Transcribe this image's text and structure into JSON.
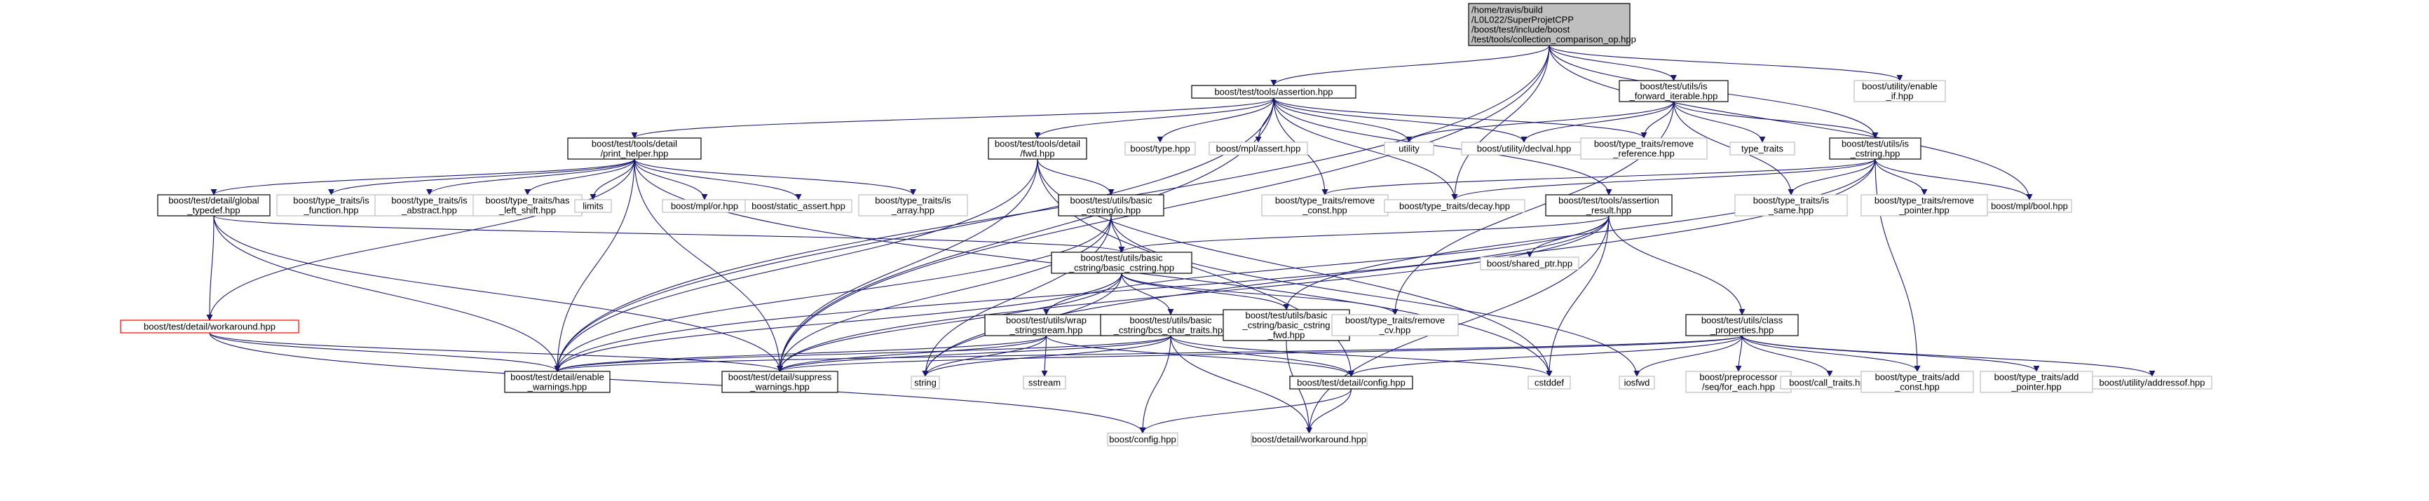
{
  "colors": {
    "edge": "#191970",
    "node_border_documented": "#000000",
    "node_border_undocumented": "#bfbfbf",
    "node_border_truncated": "#ff0000",
    "root_fill": "#bfbfbf"
  },
  "nodes": {
    "root": [
      "/home/travis/build",
      "/L0L022/SuperProjetCPP",
      "/boost/test/include/boost",
      "/test/tools/collection_comparison_op.hpp"
    ],
    "assertion": [
      "boost/test/tools/assertion.hpp"
    ],
    "is_forward_iterable": [
      "boost/test/utils/is",
      "_forward_iterable.hpp"
    ],
    "utility_enable_if": [
      "boost/utility/enable",
      "_if.hpp"
    ],
    "print_helper": [
      "boost/test/tools/detail",
      "/print_helper.hpp"
    ],
    "fwd": [
      "boost/test/tools/detail",
      "/fwd.hpp"
    ],
    "type_hpp": [
      "boost/type.hpp"
    ],
    "mpl_assert": [
      "boost/mpl/assert.hpp"
    ],
    "utility": [
      "utility"
    ],
    "declval": [
      "boost/utility/declval.hpp"
    ],
    "remove_reference": [
      "boost/type_traits/remove",
      "_reference.hpp"
    ],
    "type_traits_std": [
      "type_traits"
    ],
    "is_cstring": [
      "boost/test/utils/is",
      "_cstring.hpp"
    ],
    "global_typedef": [
      "boost/test/detail/global",
      "_typedef.hpp"
    ],
    "is_function": [
      "boost/type_traits/is",
      "_function.hpp"
    ],
    "is_abstract": [
      "boost/type_traits/is",
      "_abstract.hpp"
    ],
    "has_left_shift": [
      "boost/type_traits/has",
      "_left_shift.hpp"
    ],
    "limits": [
      "limits"
    ],
    "mpl_or": [
      "boost/mpl/or.hpp"
    ],
    "static_assert": [
      "boost/static_assert.hpp"
    ],
    "is_array": [
      "boost/type_traits/is",
      "_array.hpp"
    ],
    "basic_cstring_io": [
      "boost/test/utils/basic",
      "_cstring/io.hpp"
    ],
    "remove_const": [
      "boost/type_traits/remove",
      "_const.hpp"
    ],
    "decay": [
      "boost/type_traits/decay.hpp"
    ],
    "assertion_result": [
      "boost/test/tools/assertion",
      "_result.hpp"
    ],
    "is_same": [
      "boost/type_traits/is",
      "_same.hpp"
    ],
    "remove_pointer": [
      "boost/type_traits/remove",
      "_pointer.hpp"
    ],
    "mpl_bool": [
      "boost/mpl/bool.hpp"
    ],
    "basic_cstring": [
      "boost/test/utils/basic",
      "_cstring/basic_cstring.hpp"
    ],
    "shared_ptr": [
      "boost/shared_ptr.hpp"
    ],
    "workaround_detail": [
      "boost/test/detail/workaround.hpp"
    ],
    "wrap_stringstream": [
      "boost/test/utils/wrap",
      "_stringstream.hpp"
    ],
    "bcs_char_traits": [
      "boost/test/utils/basic",
      "_cstring/bcs_char_traits.hpp"
    ],
    "basic_cstring_fwd": [
      "boost/test/utils/basic",
      "_cstring/basic_cstring",
      "_fwd.hpp"
    ],
    "remove_cv": [
      "boost/type_traits/remove",
      "_cv.hpp"
    ],
    "class_properties": [
      "boost/test/utils/class",
      "_properties.hpp"
    ],
    "enable_warnings": [
      "boost/test/detail/enable",
      "_warnings.hpp"
    ],
    "suppress_warnings": [
      "boost/test/detail/suppress",
      "_warnings.hpp"
    ],
    "string": [
      "string"
    ],
    "sstream": [
      "sstream"
    ],
    "config_detail": [
      "boost/test/detail/config.hpp"
    ],
    "cstddef": [
      "cstddef"
    ],
    "iosfwd": [
      "iosfwd"
    ],
    "seq_for_each": [
      "boost/preprocessor",
      "/seq/for_each.hpp"
    ],
    "call_traits": [
      "boost/call_traits.hpp"
    ],
    "add_const": [
      "boost/type_traits/add",
      "_const.hpp"
    ],
    "add_pointer": [
      "boost/type_traits/add",
      "_pointer.hpp"
    ],
    "addressof": [
      "boost/utility/addressof.hpp"
    ],
    "boost_config": [
      "boost/config.hpp"
    ],
    "boost_detail_workaround": [
      "boost/detail/workaround.hpp"
    ]
  }
}
